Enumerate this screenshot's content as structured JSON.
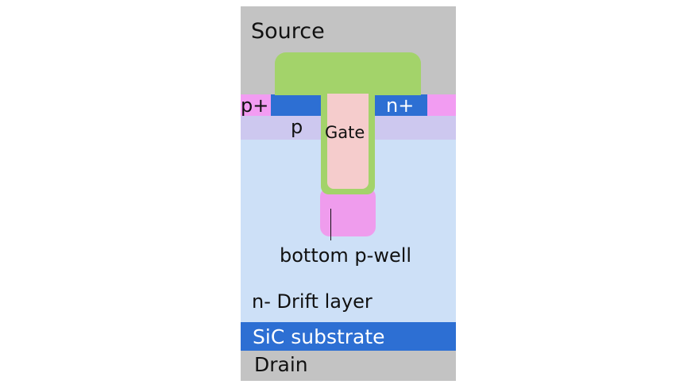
{
  "diagram": {
    "labels": {
      "source": "Source",
      "p_plus": "p+",
      "n_plus": "n+",
      "p": "p",
      "gate": "Gate",
      "bottom_p_well": "bottom p-well",
      "drift_layer": "n- Drift layer",
      "substrate": "SiC substrate",
      "drain": "Drain"
    },
    "colors": {
      "source_metal": "#c3c3c3",
      "drain_metal": "#c3c3c3",
      "gate_oxide": "#a3d36a",
      "gate_poly": "#f5cccc",
      "p_plus_region": "#f29cf2",
      "n_plus_region": "#2d6fd3",
      "p_body": "#cdc8ef",
      "drift": "#cde0f7",
      "bottom_p_well": "#ef9ced",
      "substrate": "#2d6fd3"
    }
  }
}
